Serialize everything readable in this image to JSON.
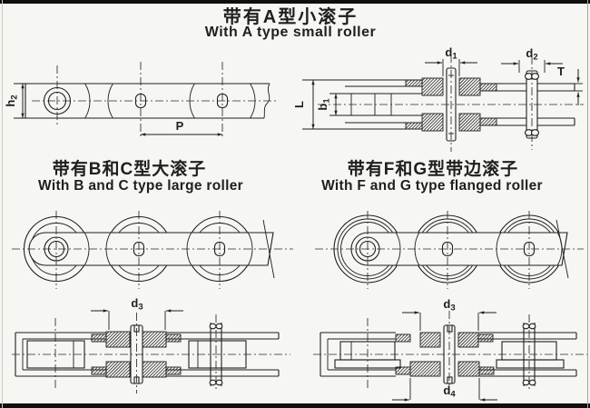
{
  "colors": {
    "paper": "#f6f6f2",
    "ink": "#1f1f1f",
    "bar": "#0f0f0f"
  },
  "sections": {
    "a": {
      "title_zh": "带有A型小滚子",
      "title_en": "With A type small roller"
    },
    "bc": {
      "title_zh": "带有B和C型大滚子",
      "title_en": "With B and C type large roller"
    },
    "fg": {
      "title_zh": "带有F和G型带边滚子",
      "title_en": "With F and G type flanged roller"
    }
  },
  "dims": {
    "h2": {
      "main": "h",
      "sub": "2"
    },
    "P": {
      "main": "P",
      "sub": ""
    },
    "L": {
      "main": "L",
      "sub": ""
    },
    "b1": {
      "main": "b",
      "sub": "1"
    },
    "d1": {
      "main": "d",
      "sub": "1"
    },
    "d2": {
      "main": "d",
      "sub": "2"
    },
    "T": {
      "main": "T",
      "sub": ""
    },
    "d3": {
      "main": "d",
      "sub": "3"
    },
    "d4": {
      "main": "d",
      "sub": "4"
    }
  }
}
